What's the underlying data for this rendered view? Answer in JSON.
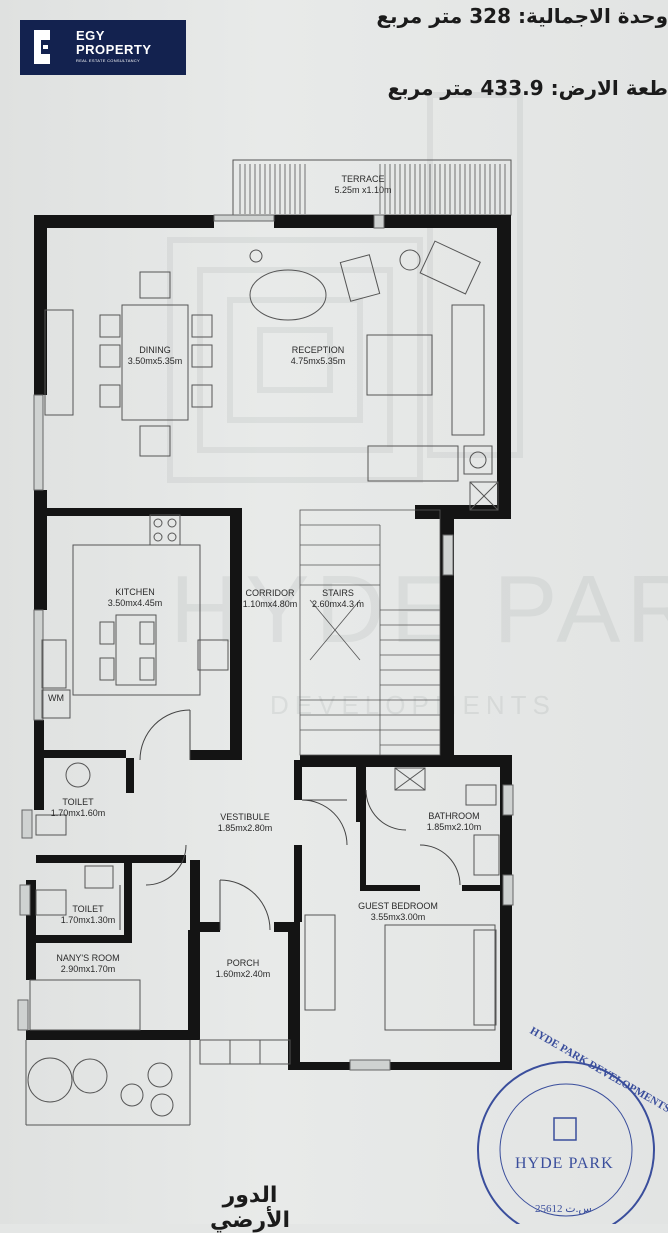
{
  "logo": {
    "line1": "EGY",
    "line2": "PROPERTY",
    "tagline": "REAL ESTATE CONSULTANCY"
  },
  "areas": {
    "unit_total": "وحدة الاجمالية: 328 متر مربع",
    "land_plot": "طعة الارض: 433.9 متر مربع"
  },
  "rooms": {
    "terrace": {
      "name": "TERRACE",
      "dims": "5.25m x1.10m"
    },
    "dining": {
      "name": "DINING",
      "dims": "3.50mx5.35m"
    },
    "reception": {
      "name": "RECEPTION",
      "dims": "4.75mx5.35m"
    },
    "kitchen": {
      "name": "KITCHEN",
      "dims": "3.50mx4.45m"
    },
    "corridor": {
      "name": "CORRIDOR",
      "dims": "1.10mx4.80m"
    },
    "stairs": {
      "name": "STAIRS",
      "dims": "2.60mx4.3 m"
    },
    "wm": {
      "name": "WM"
    },
    "toilet1": {
      "name": "TOILET",
      "dims": "1.70mx1.60m"
    },
    "vestibule": {
      "name": "VESTIBULE",
      "dims": "1.85mx2.80m"
    },
    "bathroom": {
      "name": "BATHROOM",
      "dims": "1.85mx2.10m"
    },
    "toilet2": {
      "name": "TOILET",
      "dims": "1.70mx1.30m"
    },
    "guest_bedroom": {
      "name": "GUEST BEDROOM",
      "dims": "3.55mx3.00m"
    },
    "nanny_room": {
      "name": "NANY'S ROOM",
      "dims": "2.90mx1.70m"
    },
    "porch": {
      "name": "PORCH",
      "dims": "1.60mx2.40m"
    }
  },
  "watermark": {
    "brand": "HYDE PARK",
    "sub": "DEVELOPMENTS"
  },
  "stamp": {
    "ring_text": "HYDE PARK DEVELOPMENTS",
    "brand": "HYDE PARK",
    "number": "25612 س.ت"
  },
  "floor_title": "الدور الأرضي",
  "colors": {
    "wall": "#141414",
    "logo_bg": "#13224f",
    "stamp": "#3a4e9c",
    "paper": "#e4e6e5"
  }
}
